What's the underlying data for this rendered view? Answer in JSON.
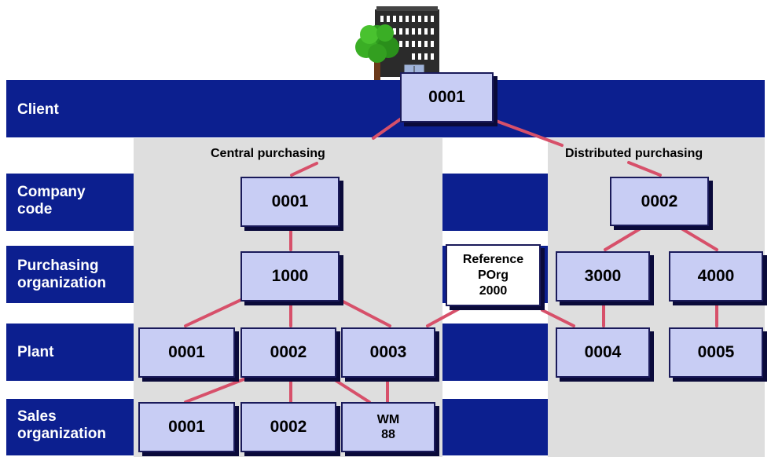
{
  "bands": {
    "client": "Client",
    "company_code": "Company\ncode",
    "purchasing_org": "Purchasing\norganization",
    "plant": "Plant",
    "sales_org": "Sales\norganization"
  },
  "panels": {
    "central": "Central purchasing",
    "distributed": "Distributed purchasing"
  },
  "nodes": {
    "client": "0001",
    "cc_central": "0001",
    "cc_distributed": "0002",
    "porg_1000": "1000",
    "porg_3000": "3000",
    "porg_4000": "4000",
    "plant_0001": "0001",
    "plant_0002": "0002",
    "plant_0003": "0003",
    "plant_0004": "0004",
    "plant_0005": "0005",
    "sales_0001": "0001",
    "sales_0002": "0002",
    "sales_wm_line1": "WM",
    "sales_wm_line2": "88"
  },
  "reference": {
    "line1": "Reference",
    "line2": "POrg",
    "line3": "2000"
  },
  "colors": {
    "band": "#0c1f8f",
    "node_fill": "#c8cdf4",
    "panel": "#dedede",
    "link": "#d7506a"
  },
  "icons": {
    "headquarters": "office-building-with-tree"
  }
}
